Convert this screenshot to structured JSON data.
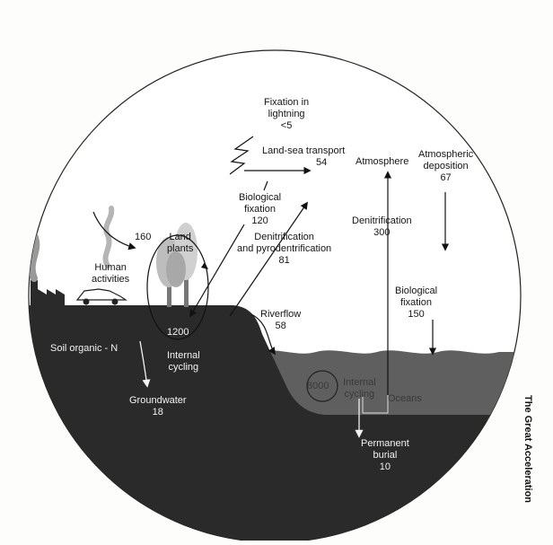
{
  "book_side_title": "The Great Acceleration",
  "labels": {
    "fixation_lightning": {
      "l1": "Fixation in",
      "l2": "lightning",
      "l3": "<5"
    },
    "land_sea_transport": {
      "l1": "Land-sea transport",
      "l2": "54"
    },
    "atmosphere": "Atmosphere",
    "atmospheric_deposition": {
      "l1": "Atmospheric",
      "l2": "deposition",
      "l3": "67"
    },
    "biological_fixation_land": {
      "l1": "Biological",
      "l2": "fixation",
      "l3": "120"
    },
    "denitrification_land": {
      "l1": "Denitrification",
      "l2": "and pyrodentrification",
      "l3": "81"
    },
    "denitrification_ocean": {
      "l1": "Denitrification",
      "l2": "300"
    },
    "human_activities": {
      "value": "160",
      "l1": "Human",
      "l2": "activities"
    },
    "land_plants": {
      "l1": "Land",
      "l2": "plants"
    },
    "biological_fixation_ocean": {
      "l1": "Biological",
      "l2": "fixation",
      "l3": "150"
    },
    "riverflow": {
      "l1": "Riverflow",
      "l2": "58"
    },
    "soil_pool": "1200",
    "soil_organic_n": "Soil organic - N",
    "internal_cycling_land": {
      "l1": "Internal",
      "l2": "cycling"
    },
    "groundwater": {
      "l1": "Groundwater",
      "l2": "18"
    },
    "ocean_pool": "8000",
    "internal_cycling_ocean": {
      "l1": "Internal",
      "l2": "cycling"
    },
    "oceans": "Oceans",
    "permanent_burial": {
      "l1": "Permanent",
      "l2": "burial",
      "l3": "10"
    }
  },
  "colors": {
    "land": "#2a2a2a",
    "ocean": "#5f5f5f",
    "ocean_wave": "#6a6a6a",
    "sky": "#ffffff",
    "smoke": "#9a9a9a",
    "arrow": "#111111",
    "arrow_light": "#f2f2f2"
  },
  "icons": [
    "factory-icon",
    "car-icon",
    "tree-icon",
    "smoke-icon",
    "lightning-icon"
  ]
}
